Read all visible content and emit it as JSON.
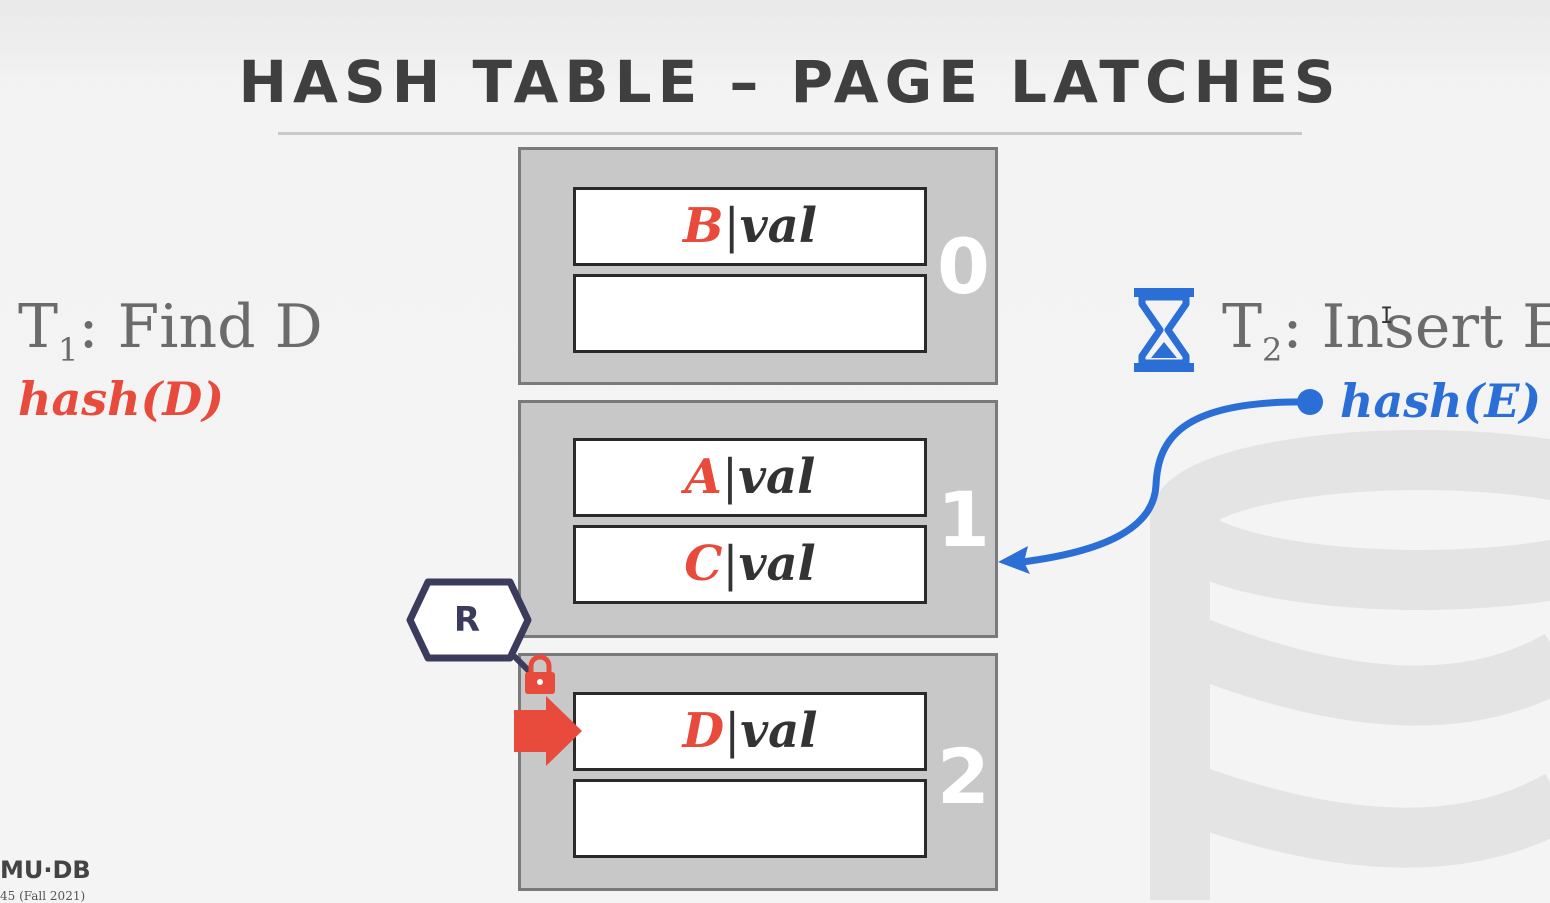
{
  "title": "HASH TABLE – PAGE LATCHES",
  "pages": [
    {
      "number": "0",
      "slots": [
        {
          "key": "B",
          "sep": "|",
          "val": "val"
        },
        {
          "key": "",
          "sep": "",
          "val": ""
        }
      ]
    },
    {
      "number": "1",
      "slots": [
        {
          "key": "A",
          "sep": "|",
          "val": "val"
        },
        {
          "key": "C",
          "sep": "|",
          "val": "val"
        }
      ]
    },
    {
      "number": "2",
      "slots": [
        {
          "key": "D",
          "sep": "|",
          "val": "val"
        },
        {
          "key": "",
          "sep": "",
          "val": ""
        }
      ]
    }
  ],
  "t1": {
    "name": "T",
    "sub": "1",
    "action": ": Find D",
    "hash": "hash(D)"
  },
  "t2": {
    "name": "T",
    "sub": "2",
    "action": ": Insert E",
    "hash": "hash(E)",
    "status_icon": "hourglass-icon"
  },
  "latch": {
    "mode": "R",
    "icon": "lock-icon"
  },
  "footer": {
    "logo": "MU·DB",
    "course": "45 (Fall 2021)"
  },
  "colors": {
    "red": "#e84a3c",
    "blue": "#2b6fd6",
    "dark": "#3b3b5c"
  }
}
